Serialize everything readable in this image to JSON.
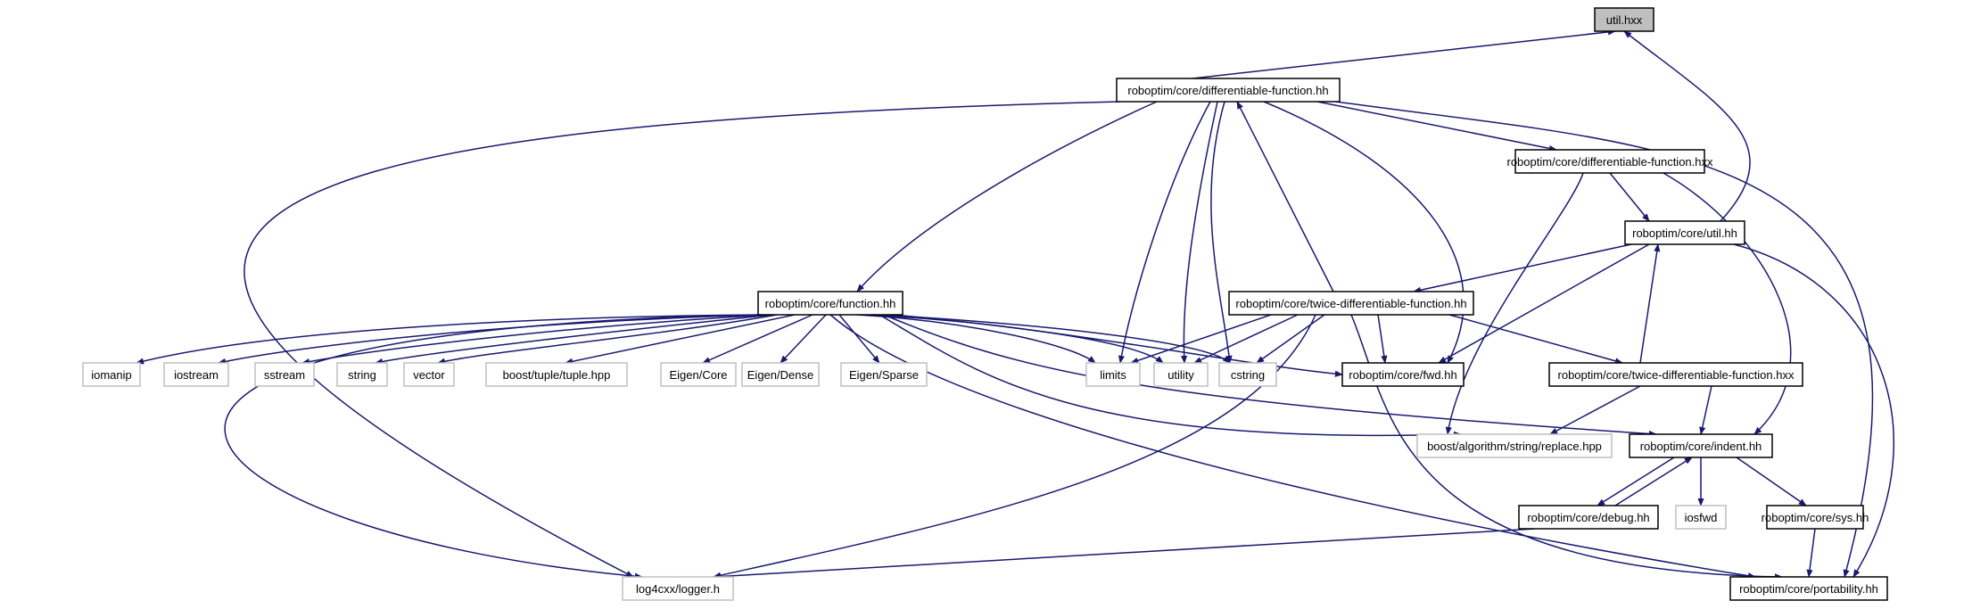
{
  "colors": {
    "edge": "#191970",
    "root_fill": "#bfbfbf",
    "documented_border": "#000000",
    "external_border": "#bfbfbf"
  },
  "nodes": [
    {
      "id": "util_hxx",
      "label": "util.hxx",
      "kind": "root"
    },
    {
      "id": "dfun_hh",
      "label": "roboptim/core/differentiable-function.hh",
      "kind": "doc"
    },
    {
      "id": "dfun_hxx",
      "label": "roboptim/core/differentiable-function.hxx",
      "kind": "doc"
    },
    {
      "id": "util_hh",
      "label": "roboptim/core/util.hh",
      "kind": "doc"
    },
    {
      "id": "function_hh",
      "label": "roboptim/core/function.hh",
      "kind": "doc"
    },
    {
      "id": "twice_hh",
      "label": "roboptim/core/twice-differentiable-function.hh",
      "kind": "doc"
    },
    {
      "id": "twice_hxx",
      "label": "roboptim/core/twice-differentiable-function.hxx",
      "kind": "doc"
    },
    {
      "id": "fwd_hh",
      "label": "roboptim/core/fwd.hh",
      "kind": "doc"
    },
    {
      "id": "indent_hh",
      "label": "roboptim/core/indent.hh",
      "kind": "doc"
    },
    {
      "id": "debug_hh",
      "label": "roboptim/core/debug.hh",
      "kind": "doc"
    },
    {
      "id": "sys_hh",
      "label": "roboptim/core/sys.hh",
      "kind": "doc"
    },
    {
      "id": "portability_hh",
      "label": "roboptim/core/portability.hh",
      "kind": "doc"
    },
    {
      "id": "iomanip",
      "label": "iomanip",
      "kind": "ext"
    },
    {
      "id": "iostream",
      "label": "iostream",
      "kind": "ext"
    },
    {
      "id": "sstream",
      "label": "sstream",
      "kind": "ext"
    },
    {
      "id": "string",
      "label": "string",
      "kind": "ext"
    },
    {
      "id": "vector",
      "label": "vector",
      "kind": "ext"
    },
    {
      "id": "tuple",
      "label": "boost/tuple/tuple.hpp",
      "kind": "ext"
    },
    {
      "id": "eigen_core",
      "label": "Eigen/Core",
      "kind": "ext"
    },
    {
      "id": "eigen_dense",
      "label": "Eigen/Dense",
      "kind": "ext"
    },
    {
      "id": "eigen_sparse",
      "label": "Eigen/Sparse",
      "kind": "ext"
    },
    {
      "id": "limits",
      "label": "limits",
      "kind": "ext"
    },
    {
      "id": "utility",
      "label": "utility",
      "kind": "ext"
    },
    {
      "id": "cstring",
      "label": "cstring",
      "kind": "ext"
    },
    {
      "id": "replace",
      "label": "boost/algorithm/string/replace.hpp",
      "kind": "ext"
    },
    {
      "id": "iosfwd",
      "label": "iosfwd",
      "kind": "ext"
    },
    {
      "id": "logger",
      "label": "log4cxx/logger.h",
      "kind": "ext"
    }
  ],
  "edges": [
    {
      "from": "dfun_hh",
      "to": "util_hxx"
    },
    {
      "from": "util_hh",
      "to": "util_hxx"
    },
    {
      "from": "dfun_hh",
      "to": "dfun_hxx"
    },
    {
      "from": "dfun_hh",
      "to": "function_hh"
    },
    {
      "from": "dfun_hh",
      "to": "limits"
    },
    {
      "from": "dfun_hh",
      "to": "utility"
    },
    {
      "from": "dfun_hh",
      "to": "cstring"
    },
    {
      "from": "dfun_hh",
      "to": "fwd_hh"
    },
    {
      "from": "dfun_hh",
      "to": "portability_hh"
    },
    {
      "from": "dfun_hh",
      "to": "logger"
    },
    {
      "from": "dfun_hxx",
      "to": "util_hh"
    },
    {
      "from": "dfun_hxx",
      "to": "replace"
    },
    {
      "from": "dfun_hxx",
      "to": "indent_hh"
    },
    {
      "from": "util_hh",
      "to": "twice_hh"
    },
    {
      "from": "util_hh",
      "to": "fwd_hh"
    },
    {
      "from": "util_hh",
      "to": "portability_hh"
    },
    {
      "from": "twice_hh",
      "to": "dfun_hh"
    },
    {
      "from": "twice_hh",
      "to": "limits"
    },
    {
      "from": "twice_hh",
      "to": "utility"
    },
    {
      "from": "twice_hh",
      "to": "cstring"
    },
    {
      "from": "twice_hh",
      "to": "fwd_hh"
    },
    {
      "from": "twice_hh",
      "to": "twice_hxx"
    },
    {
      "from": "twice_hh",
      "to": "logger"
    },
    {
      "from": "twice_hh",
      "to": "portability_hh"
    },
    {
      "from": "twice_hxx",
      "to": "util_hh"
    },
    {
      "from": "twice_hxx",
      "to": "replace"
    },
    {
      "from": "twice_hxx",
      "to": "indent_hh"
    },
    {
      "from": "function_hh",
      "to": "iomanip"
    },
    {
      "from": "function_hh",
      "to": "iostream"
    },
    {
      "from": "function_hh",
      "to": "sstream"
    },
    {
      "from": "function_hh",
      "to": "string"
    },
    {
      "from": "function_hh",
      "to": "vector"
    },
    {
      "from": "function_hh",
      "to": "tuple"
    },
    {
      "from": "function_hh",
      "to": "eigen_core"
    },
    {
      "from": "function_hh",
      "to": "eigen_dense"
    },
    {
      "from": "function_hh",
      "to": "eigen_sparse"
    },
    {
      "from": "function_hh",
      "to": "limits"
    },
    {
      "from": "function_hh",
      "to": "utility"
    },
    {
      "from": "function_hh",
      "to": "cstring"
    },
    {
      "from": "function_hh",
      "to": "fwd_hh"
    },
    {
      "from": "function_hh",
      "to": "replace"
    },
    {
      "from": "function_hh",
      "to": "indent_hh"
    },
    {
      "from": "function_hh",
      "to": "logger"
    },
    {
      "from": "function_hh",
      "to": "portability_hh"
    },
    {
      "from": "indent_hh",
      "to": "debug_hh"
    },
    {
      "from": "debug_hh",
      "to": "indent_hh"
    },
    {
      "from": "indent_hh",
      "to": "iosfwd"
    },
    {
      "from": "indent_hh",
      "to": "sys_hh"
    },
    {
      "from": "debug_hh",
      "to": "logger"
    },
    {
      "from": "sys_hh",
      "to": "portability_hh"
    }
  ]
}
